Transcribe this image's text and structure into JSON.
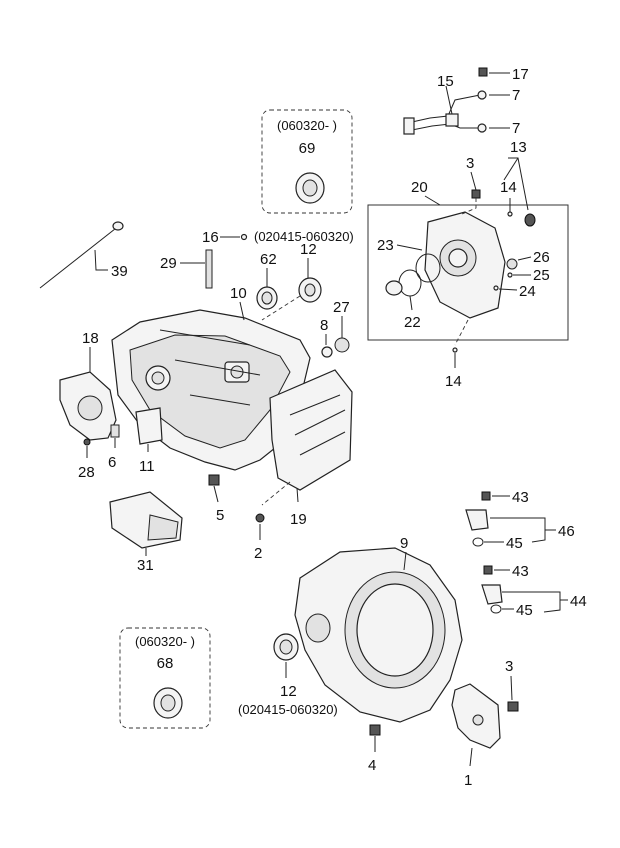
{
  "callouts": {
    "c1": "1",
    "c2": "2",
    "c3a": "3",
    "c3b": "3",
    "c4": "4",
    "c5": "5",
    "c6": "6",
    "c7a": "7",
    "c7b": "7",
    "c8": "8",
    "c9": "9",
    "c10": "10",
    "c11": "11",
    "c12a": "12",
    "c12b": "12",
    "c13": "13",
    "c14a": "14",
    "c14b": "14",
    "c15": "15",
    "c16": "16",
    "c17": "17",
    "c18": "18",
    "c19": "19",
    "c20": "20",
    "c22": "22",
    "c23": "23",
    "c24": "24",
    "c25": "25",
    "c26": "26",
    "c27": "27",
    "c28": "28",
    "c29": "29",
    "c31": "31",
    "c39": "39",
    "c43a": "43",
    "c43b": "43",
    "c44": "44",
    "c45a": "45",
    "c45b": "45",
    "c46": "46",
    "c62": "62",
    "c68": "68",
    "c69": "69"
  },
  "notes": {
    "box69_range": "(060320- )",
    "box68_range": "(060320- )",
    "part16_range": "(020415-060320)",
    "part12_range": "(020415-060320)"
  }
}
